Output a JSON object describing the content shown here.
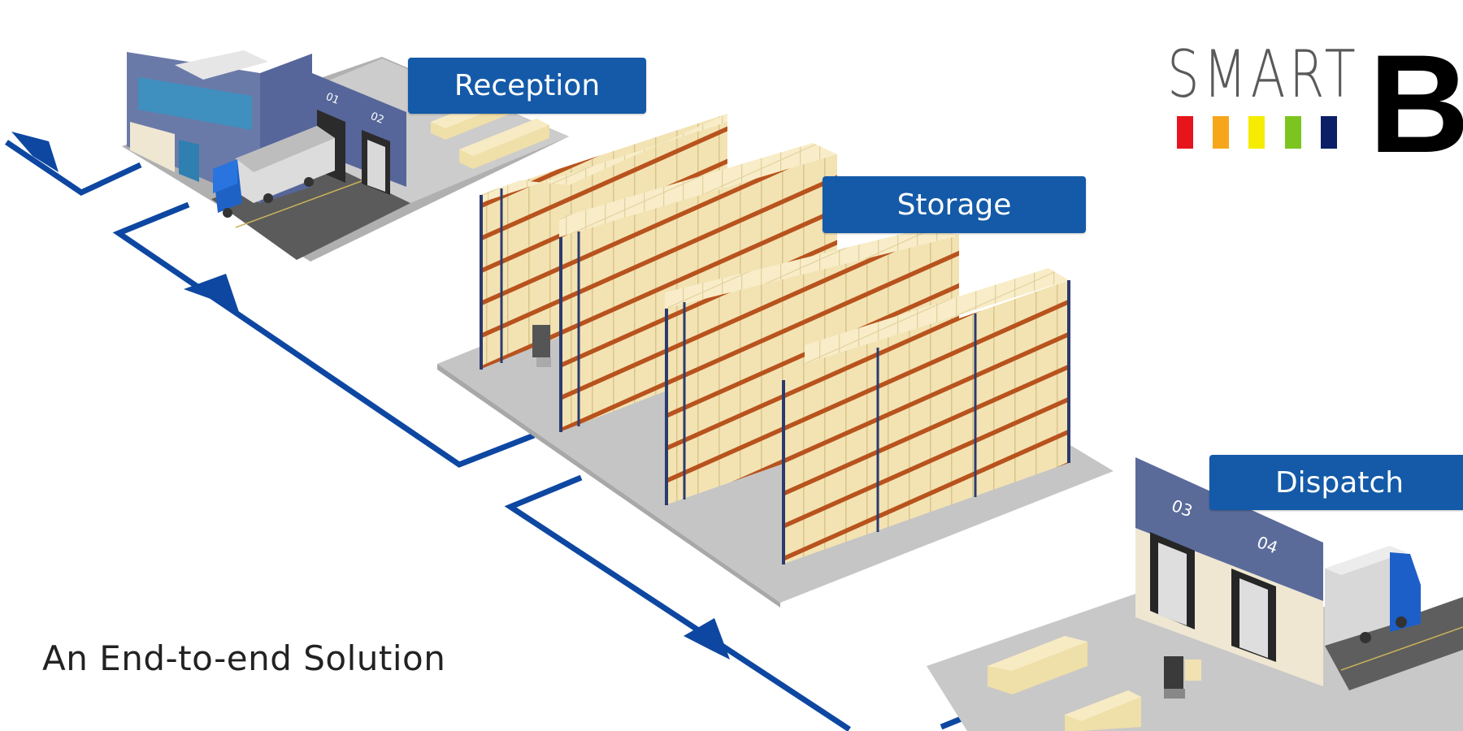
{
  "title": "An End-to-end Solution",
  "stages": [
    {
      "id": "reception",
      "label": "Reception",
      "dock_numbers": [
        "01",
        "02"
      ]
    },
    {
      "id": "storage",
      "label": "Storage"
    },
    {
      "id": "dispatch",
      "label": "Dispatch",
      "dock_numbers": [
        "03",
        "04"
      ]
    }
  ],
  "logo": {
    "word": "SMART",
    "letter": "B",
    "bar_colors": [
      "#e8141c",
      "#f7a61b",
      "#f5ec00",
      "#7cc520",
      "#0b1f66"
    ]
  },
  "colors": {
    "label_bg": "#145aa8",
    "label_text": "#ffffff",
    "flow_line": "#0d47a1",
    "floor": "#c9c9c9",
    "road": "#5e5e5e",
    "building_wall": "#5a6b9a",
    "box": "#f2e2b1",
    "rack_upright": "#2b3b6e",
    "rack_beam": "#b8531e",
    "truck_cab": "#1d5fc9",
    "title_text": "#222222"
  }
}
